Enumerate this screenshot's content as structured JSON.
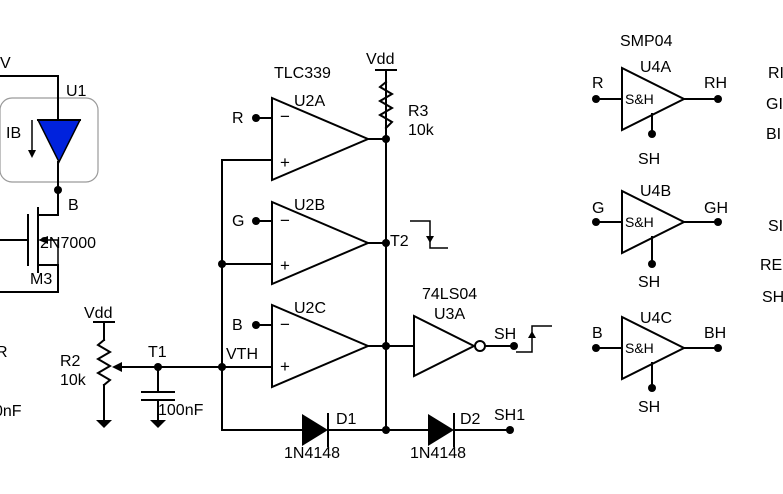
{
  "left": {
    "supply_label": "V",
    "u1": "U1",
    "ib": "IB",
    "b": "B",
    "mosfet_part": "2N7000",
    "m3": "M3",
    "r_cutoff": "R",
    "cap_cutoff": "0nF"
  },
  "r2": {
    "vdd": "Vdd",
    "ref": "R2",
    "value": "10k"
  },
  "cap": {
    "t1": "T1",
    "value": "100nF"
  },
  "comparators": {
    "part": "TLC339",
    "vth": "VTH",
    "u2a": {
      "ref": "U2A",
      "input": "R"
    },
    "u2b": {
      "ref": "U2B",
      "input": "G"
    },
    "u2c": {
      "ref": "U2C",
      "input": "B"
    }
  },
  "r3": {
    "vdd": "Vdd",
    "ref": "R3",
    "value": "10k"
  },
  "probes": {
    "t2": "T2"
  },
  "inverter": {
    "part": "74LS04",
    "ref": "U3A",
    "output": "SH"
  },
  "diodes": {
    "d1": {
      "ref": "D1",
      "part": "1N4148"
    },
    "d2": {
      "ref": "D2",
      "part": "1N4148"
    },
    "sh1": "SH1"
  },
  "sh": {
    "part": "SMP04",
    "u4a": {
      "ref": "U4A",
      "input": "R",
      "output": "RH",
      "body": "S&H",
      "control": "SH"
    },
    "u4b": {
      "ref": "U4B",
      "input": "G",
      "output": "GH",
      "body": "S&H",
      "control": "SH"
    },
    "u4c": {
      "ref": "U4C",
      "input": "B",
      "output": "BH",
      "body": "S&H",
      "control": "SH"
    }
  },
  "right_edge": [
    "RI",
    "GI",
    "BI",
    "SI",
    "RE",
    "SH"
  ]
}
